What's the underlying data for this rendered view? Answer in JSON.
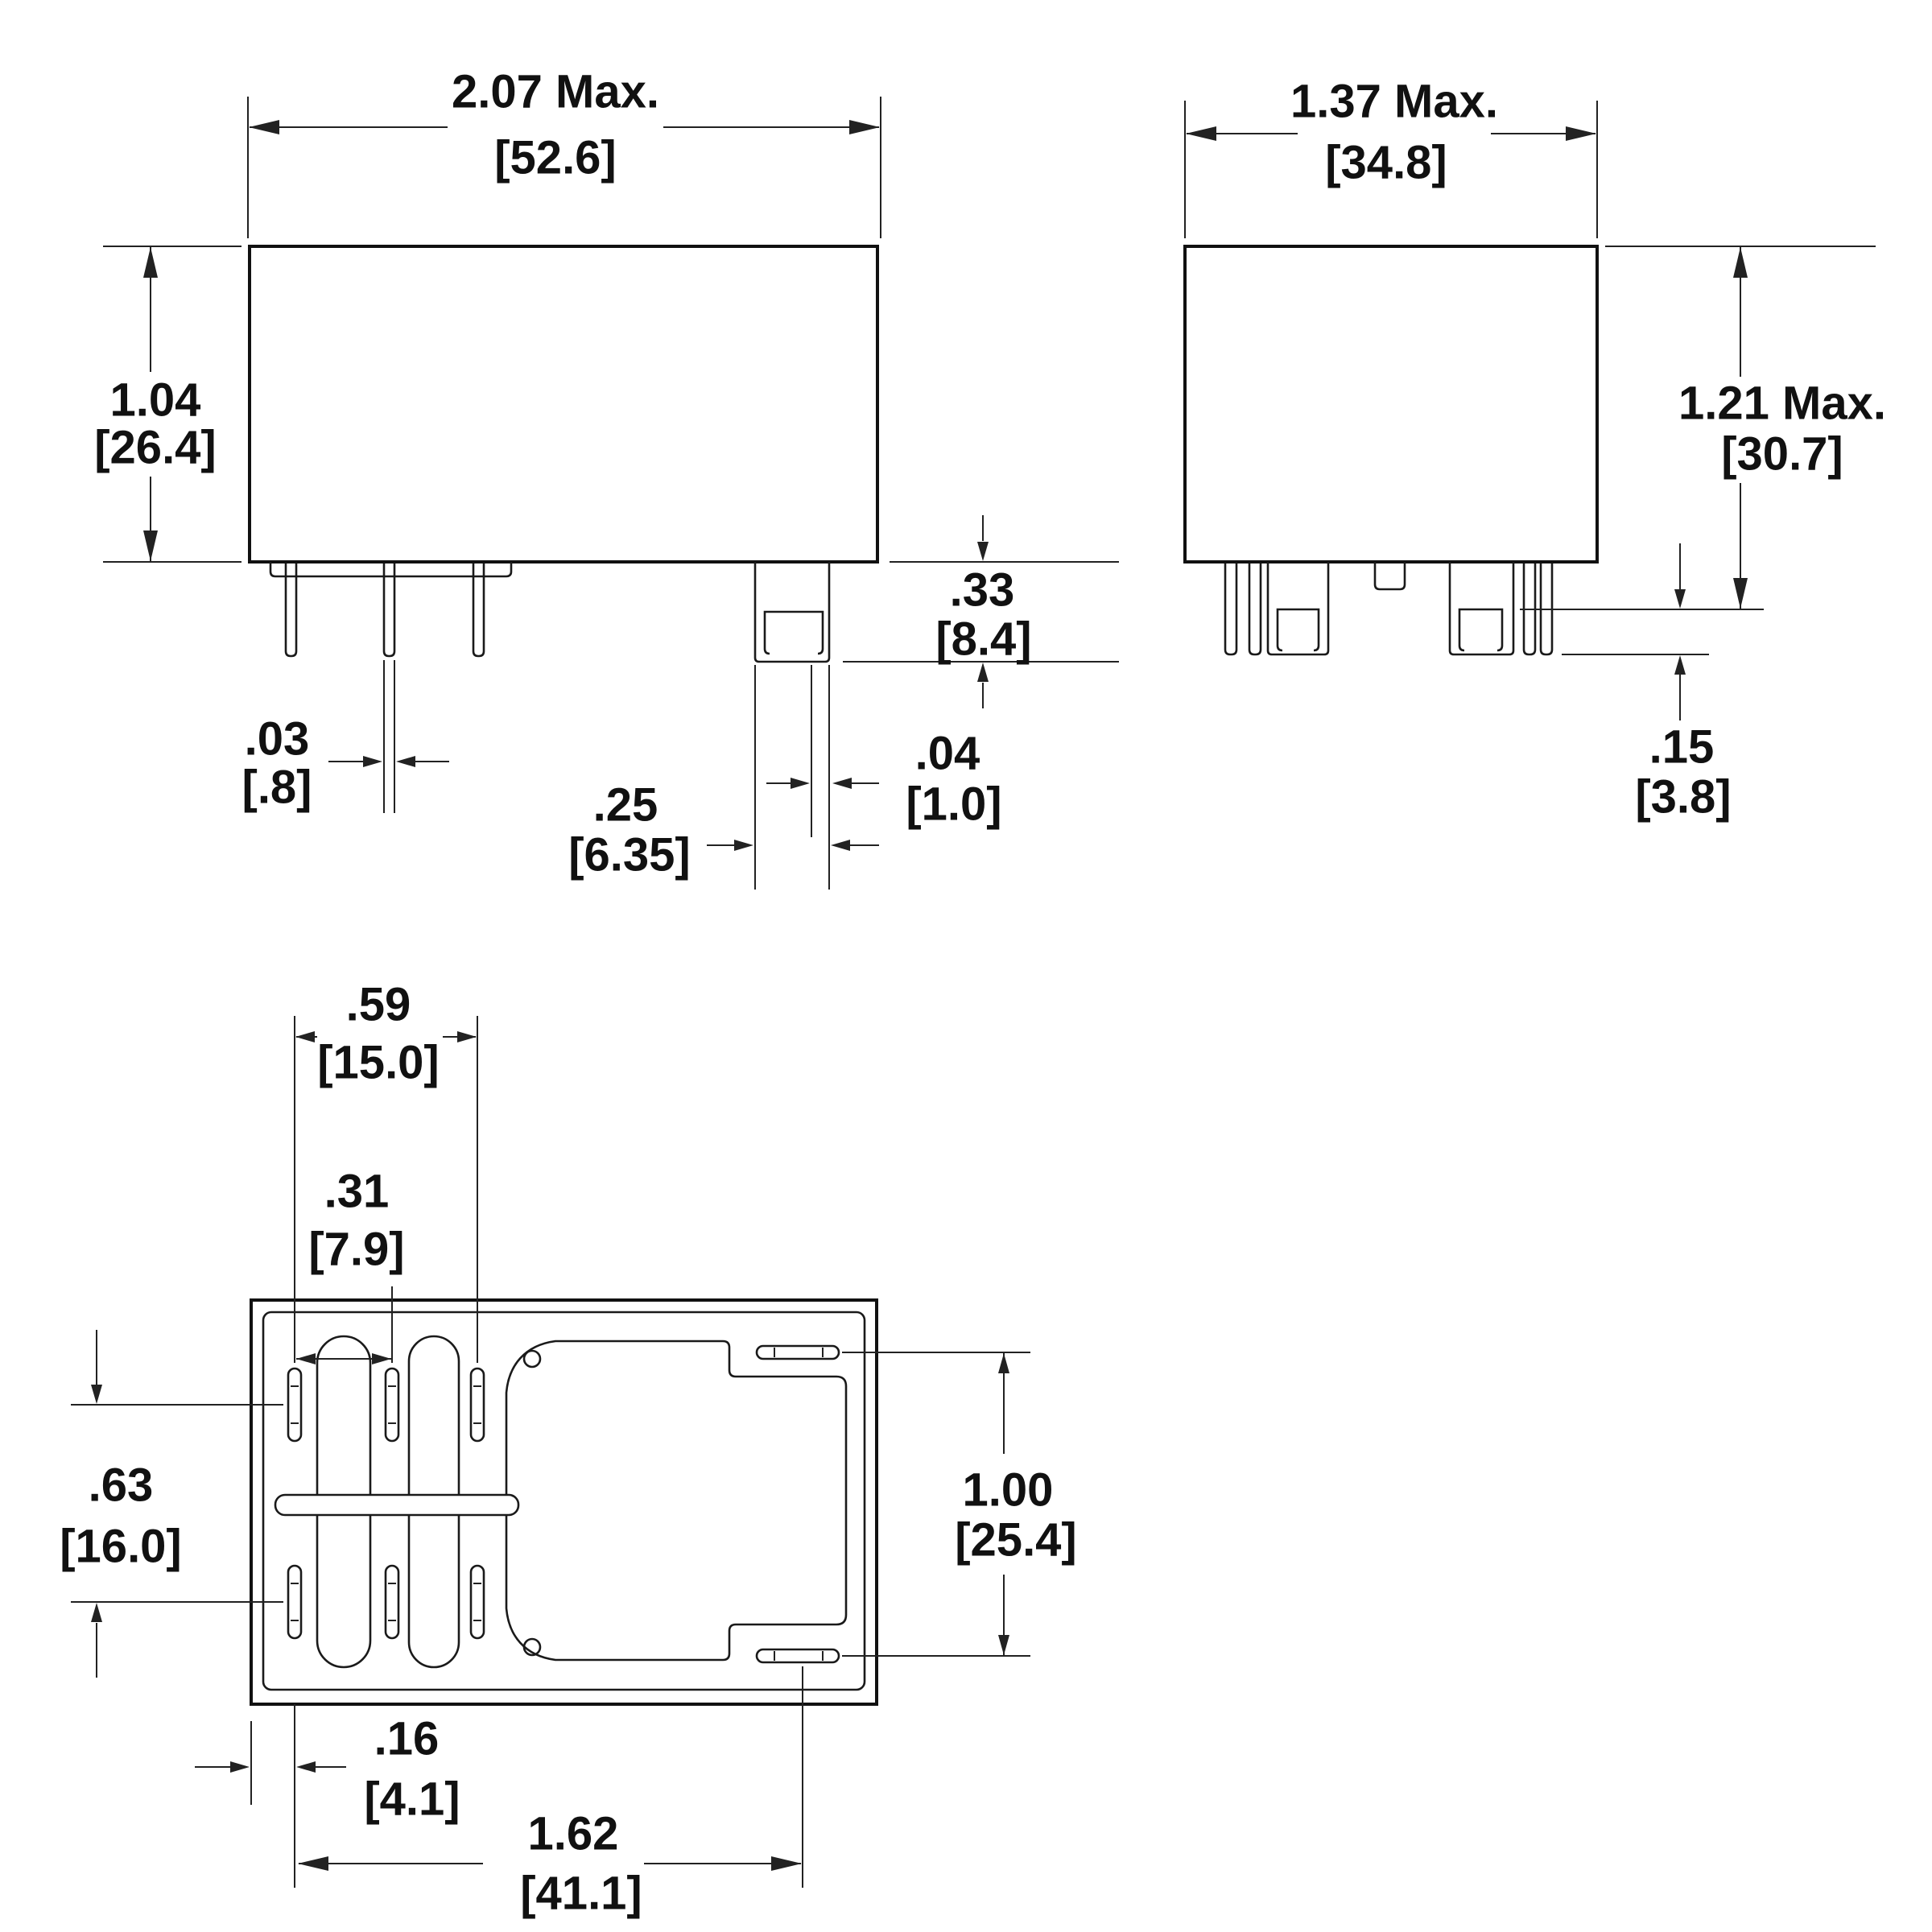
{
  "drawing": {
    "type": "relay-outline-dimension-drawing",
    "views": [
      "front",
      "side",
      "bottom"
    ]
  },
  "front": {
    "width_in": "2.07 Max.",
    "width_mm": "[52.6]",
    "height_in": "1.04",
    "height_mm": "[26.4]",
    "standoff_in": ".33",
    "standoff_mm": "[8.4]",
    "pin_thickness_in": ".03",
    "pin_thickness_mm": "[.8]",
    "blade_width_in": ".25",
    "blade_width_mm": "[6.35]",
    "blade_thickness_in": ".04",
    "blade_thickness_mm": "[1.0]"
  },
  "side": {
    "width_in": "1.37 Max.",
    "width_mm": "[34.8]",
    "height_in": "1.21 Max.",
    "height_mm": "[30.7]",
    "pin_protrusion_in": ".15",
    "pin_protrusion_mm": "[3.8]"
  },
  "bottom": {
    "pin_span_in": ".59",
    "pin_span_mm": "[15.0]",
    "pin_pitch_in": ".31",
    "pin_pitch_mm": "[7.9]",
    "row_spacing_in": ".63",
    "row_spacing_mm": "[16.0]",
    "slot_spacing_in": "1.00",
    "slot_spacing_mm": "[25.4]",
    "edge_offset_in": ".16",
    "edge_offset_mm": "[4.1]",
    "blade_offset_in": "1.62",
    "blade_offset_mm": "[41.1]"
  }
}
